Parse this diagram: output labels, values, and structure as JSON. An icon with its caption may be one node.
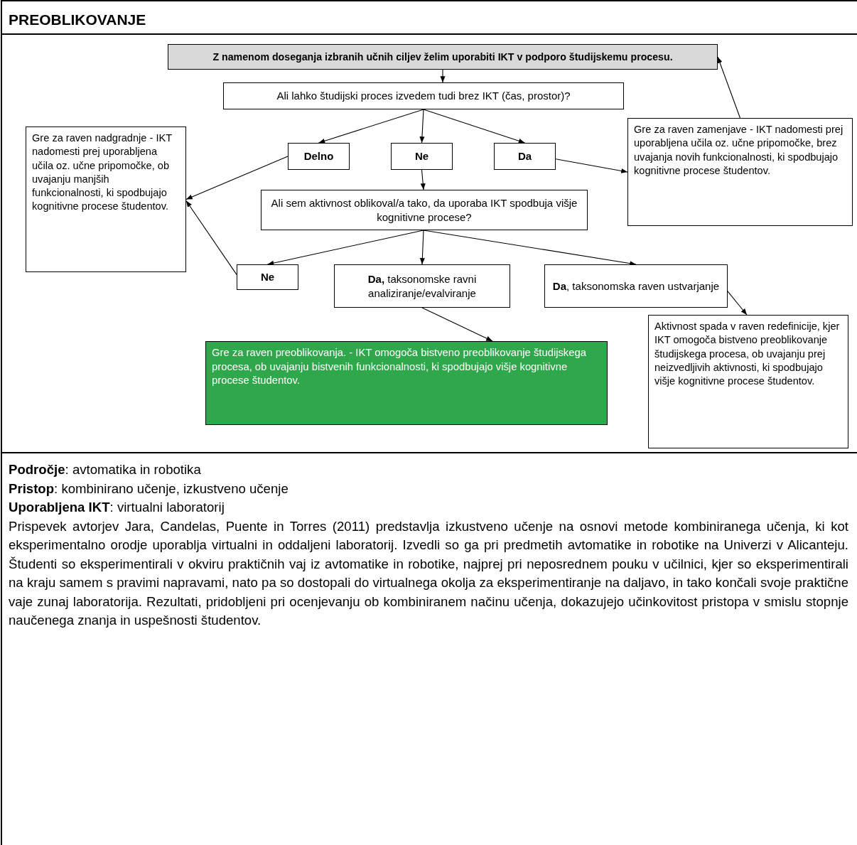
{
  "diagram": {
    "title": "PREOBLIKOVANJE",
    "nodes": [
      {
        "text": [
          "Z namenom doseganja izbranih učnih ciljev želim uporabiti IKT v podporo študijskemu procesu."
        ]
      },
      {
        "text": [
          "Ali lahko študijski proces izvedem tudi brez IKT (čas, prostor)?"
        ]
      },
      {
        "text": [
          "Gre za raven nadgradnje - IKT nadomesti prej uporabljena učila oz. učne pripomočke, ob uvajanju manjših funkcionalnosti, ki spodbujajo kognitivne procese študentov."
        ]
      },
      {
        "text": [
          "Gre za raven zamenjave - IKT nadomesti prej uporabljena učila oz. učne pripomočke, brez uvajanja novih funkcionalnosti, ki spodbujajo kognitivne procese študentov."
        ]
      },
      {
        "text": [
          "Delno"
        ]
      },
      {
        "text": [
          "Ne"
        ]
      },
      {
        "text": [
          "Da"
        ]
      },
      {
        "text": [
          "Ali sem aktivnost oblikoval/a tako, da uporaba IKT spodbuja višje kognitivne procese?"
        ]
      },
      {
        "text": [
          "Ne"
        ]
      },
      {
        "text": [
          "**Da,** taksonomske ravni analiziranje/evalviranje"
        ]
      },
      {
        "text": [
          "**Da**, taksonomska raven ustvarjanje"
        ]
      },
      {
        "text": [
          "Gre za raven preoblikovanja. - IKT omogoča bistveno preoblikovanje študijskega procesa, ob uvajanju bistvenih funkcionalnosti, ki spodbujajo višje kognitivne procese študentov."
        ]
      },
      {
        "text": [
          "Aktivnost spada v raven redefinicije, kjer IKT omogoča bistveno preoblikovanje študijskega procesa, ob uvajanju prej neizvedljivih aktivnosti, ki spodbujajo višje kognitivne procese študentov."
        ]
      }
    ],
    "edges": [
      {
        "from": 0,
        "to": 1,
        "arrow": "to"
      },
      {
        "from": 1,
        "to": 4,
        "arrow": "to"
      },
      {
        "from": 1,
        "to": 5,
        "arrow": "to"
      },
      {
        "from": 1,
        "to": 6,
        "arrow": "to"
      },
      {
        "from": 4,
        "to": 2,
        "arrow": "to"
      },
      {
        "from": 6,
        "to": 3,
        "arrow": "to"
      },
      {
        "from": 3,
        "to": 0,
        "arrow": "to"
      },
      {
        "from": 5,
        "to": 7,
        "arrow": "to"
      },
      {
        "from": 7,
        "to": 8,
        "arrow": "to"
      },
      {
        "from": 7,
        "to": 9,
        "arrow": "to"
      },
      {
        "from": 7,
        "to": 10,
        "arrow": "to"
      },
      {
        "from": 8,
        "to": 2,
        "arrow": "to"
      },
      {
        "from": 9,
        "to": 11,
        "arrow": "to"
      },
      {
        "from": 10,
        "to": 12,
        "arrow": "to"
      }
    ],
    "labels": [
      "**Področje**: avtomatika in robotika",
      "**Pristop**: kombinirano učenje, izkustveno učenje",
      "**Uporabljena IKT**: virtualni laboratorij",
      "Prispevek avtorjev Jara, Candelas, Puente in Torres (2011) predstavlja izkustveno učenje na osnovi metode kombiniranega učenja, ki kot eksperimentalno orodje uporablja virtualni in oddaljeni laboratorij. Izvedli so ga pri predmetih avtomatike in robotike na Univerzi v Alicanteju. Študenti so eksperimentirali v okviru praktičnih vaj iz avtomatike in robotike, najprej pri neposrednem pouku v učilnici, kjer so eksperimentirali na kraju samem s pravimi napravami, nato pa so dostopali do virtualnega okolja za eksperimentiranje na daljavo, in tako končali svoje praktične vaje zunaj laboratorija. Rezultati, pridobljeni pri ocenjevanju ob kombiniranem načinu učenja, dokazujejo učinkovitost pristopa v smislu stopnje naučenega znanja in uspešnosti študentov."
    ]
  }
}
